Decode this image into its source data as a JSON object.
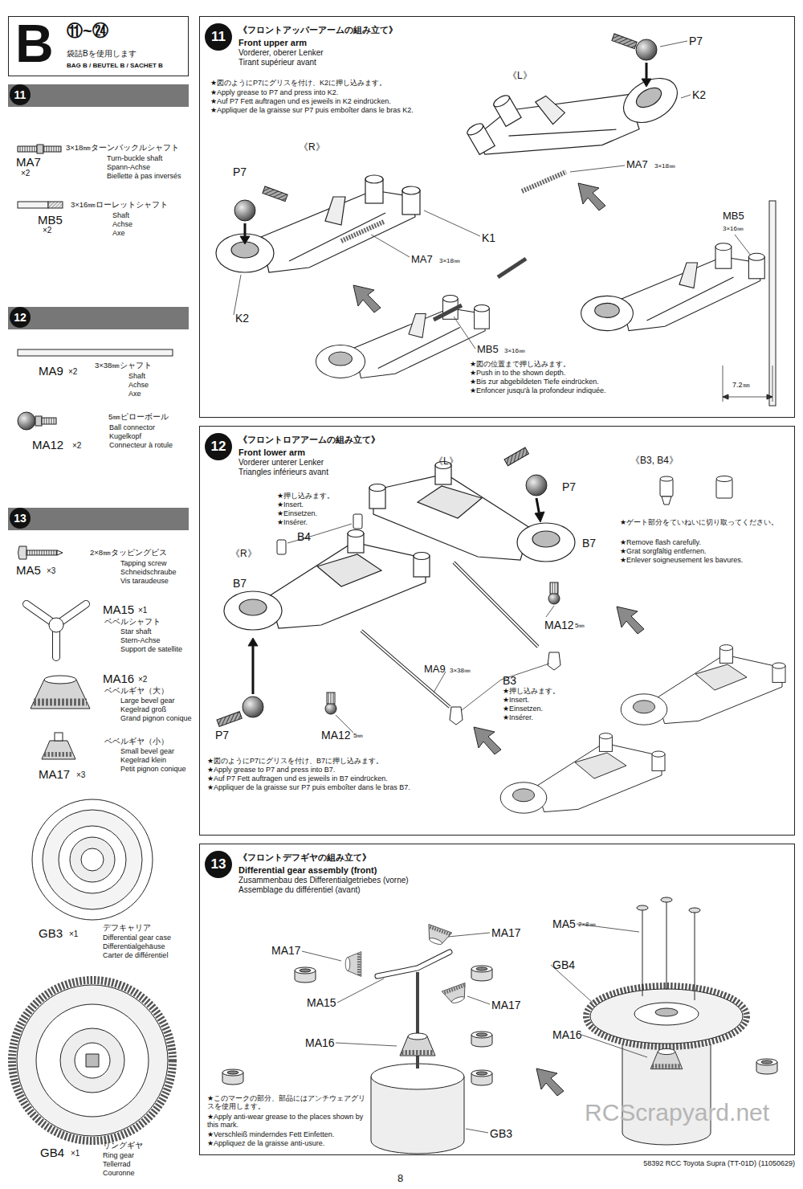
{
  "diagram": {
    "nodes": [
      {
        "text": [
          "B",
          "⑪~㉔",
          "袋詰Bを使用します",
          "BAG B / BEUTEL B / SACHET B"
        ]
      },
      {
        "text": [
          "11"
        ]
      },
      {
        "text": [
          "12"
        ]
      },
      {
        "text": [
          "13"
        ]
      },
      {
        "text": [
          "《フロントアッパーアームの組み立て》",
          "Front upper arm",
          "Vorderer, oberer Lenker",
          "Tirant supérieur avant"
        ]
      },
      {
        "text": [
          "11"
        ],
        "in": 4
      },
      {
        "text": [
          "《フロントロアアームの組み立て》",
          "Front lower arm",
          "Vorderer unterer Lenker",
          "Triangles inférieurs avant"
        ]
      },
      {
        "text": [
          "12"
        ],
        "in": 6
      },
      {
        "text": [
          "《フロントデフギヤの組み立て》",
          "Differential gear assembly (front)",
          "Zusammenbau des Differentialgetriebes (vorne)",
          "Assemblage du différentiel (avant)"
        ]
      },
      {
        "text": [
          "13"
        ],
        "in": 8
      }
    ],
    "labels": [
      "MA7",
      "×2",
      "3×18㎜ターンバックルシャフト",
      "Turn-buckle shaft",
      "Spann-Achse",
      "Biellette à pas inversés",
      "MB5",
      "×2",
      "3×16㎜ローレットシャフト",
      "Shaft",
      "Achse",
      "Axe",
      "MA9",
      "×2",
      "3×38㎜シャフト",
      "Shaft",
      "Achse",
      "Axe",
      "5㎜ピローボール",
      "Ball connector",
      "Kugelkopf",
      "Connecteur à rotule",
      "MA12",
      "×2",
      "2×8㎜タッピングビス",
      "MA5",
      "×3",
      "Tapping screw",
      "Schneidschraube",
      "Vis taraudeuse",
      "MA15",
      "×1",
      "ベベルシャフト",
      "Star shaft",
      "Stern-Achse",
      "Support de satellite",
      "MA16",
      "×2",
      "ベベルギヤ（大）",
      "Large bevel gear",
      "Kegelrad groß",
      "Grand pignon conique",
      "ベベルギヤ（小）",
      "Small bevel gear",
      "Kegelrad klein",
      "Petit pignon conique",
      "MA17",
      "×3",
      "GB3",
      "×1",
      "デフキャリア",
      "Differential gear case",
      "Differentialgehäuse",
      "Carter de différentiel",
      "GB4",
      "×1",
      "リングギヤ",
      "Ring gear",
      "Tellerrad",
      "Couronne",
      "★図のようにP7にグリスを付け、K2に押し込みます。",
      "★Apply grease to P7 and press into K2.",
      "★Auf P7 Fett auftragen und es jeweils in K2 eindrücken.",
      "★Appliquer de la graisse sur P7 puis emboîter dans le bras K2.",
      "P7",
      "《L》",
      "K2",
      "MA7",
      "3×18㎜",
      "《R》",
      "P7",
      "K1",
      "MA7",
      "3×18㎜",
      "MB5",
      "3×16㎜",
      "K2",
      "MB5",
      "3×16㎜",
      "★図の位置まで押し込みます。",
      "★Push in to the shown depth.",
      "★Bis zur abgebildeten Tiefe eindrücken.",
      "★Enfoncer jusqu'à la profondeur indiquée.",
      "7.2㎜",
      "★押し込みます。",
      "★Insert.",
      "★Einsetzen.",
      "★Insérer.",
      "《L》",
      "P7",
      "《B3, B4》",
      "B4",
      "B7",
      "★ゲート部分をていねいに切り取ってください。",
      "★Remove flash carefully.",
      "★Grat sorgfältig entfernen.",
      "★Enlever soigneusement les bavures.",
      "《R》",
      "B7",
      "MA12",
      "5㎜",
      "MA9",
      "3×38㎜",
      "B3",
      "★押し込みます。",
      "★Insert.",
      "★Einsetzen.",
      "★Insérer.",
      "P7",
      "MA12",
      "5㎜",
      "★図のようにP7にグリスを付け、B7に押し込みます。",
      "★Apply grease to P7 and press into B7.",
      "★Auf P7 Fett auftragen und es jeweils in B7 eindrücken.",
      "★Appliquer de la graisse sur P7 puis emboîter dans le bras B7.",
      "MA5",
      "2×8㎜",
      "MA17",
      "MA17",
      "GB4",
      "MA15",
      "MA17",
      "MA16",
      "MA16",
      "★このマークの部分、部品にはアンチウェアグリスを使用します。",
      "★Apply anti-wear grease to the places shown by this mark.",
      "★Verschleiß minderndes Fett Einfetten.",
      "★Appliquez de la graisse anti-usure.",
      "GB3",
      "RCScrapyard.net",
      "8",
      "58392 RCC Toyota Supra (TT-01D) (11050629)"
    ]
  }
}
